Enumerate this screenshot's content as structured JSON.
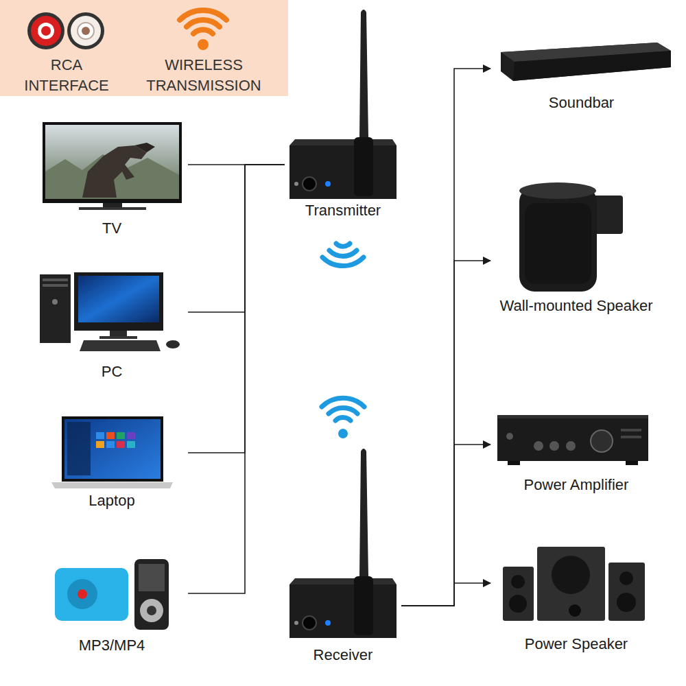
{
  "diagram": {
    "nodes": [
      {
        "text": [
          "TV"
        ]
      },
      {
        "text": [
          "PC"
        ]
      },
      {
        "text": [
          "Laptop"
        ]
      },
      {
        "text": [
          "MP3/MP4"
        ]
      },
      {
        "text": [
          "Transmitter"
        ]
      },
      {
        "text": [
          "Receiver"
        ]
      },
      {
        "text": [
          "Soundbar"
        ]
      },
      {
        "text": [
          "Wall-mounted Speaker"
        ]
      },
      {
        "text": [
          "Power Amplifier"
        ]
      },
      {
        "text": [
          "Power Speaker"
        ]
      }
    ],
    "edges": [
      {
        "from": 0,
        "to": 4,
        "arrow": "none"
      },
      {
        "from": 1,
        "to": 4,
        "arrow": "none"
      },
      {
        "from": 2,
        "to": 4,
        "arrow": "none"
      },
      {
        "from": 3,
        "to": 4,
        "arrow": "none"
      },
      {
        "from": 5,
        "to": 6,
        "arrow": "to"
      },
      {
        "from": 5,
        "to": 7,
        "arrow": "to"
      },
      {
        "from": 5,
        "to": 8,
        "arrow": "to"
      },
      {
        "from": 5,
        "to": 9,
        "arrow": "to"
      }
    ],
    "labels": [
      "RCA INTERFACE",
      "WIRELESS TRANSMISSION"
    ]
  }
}
